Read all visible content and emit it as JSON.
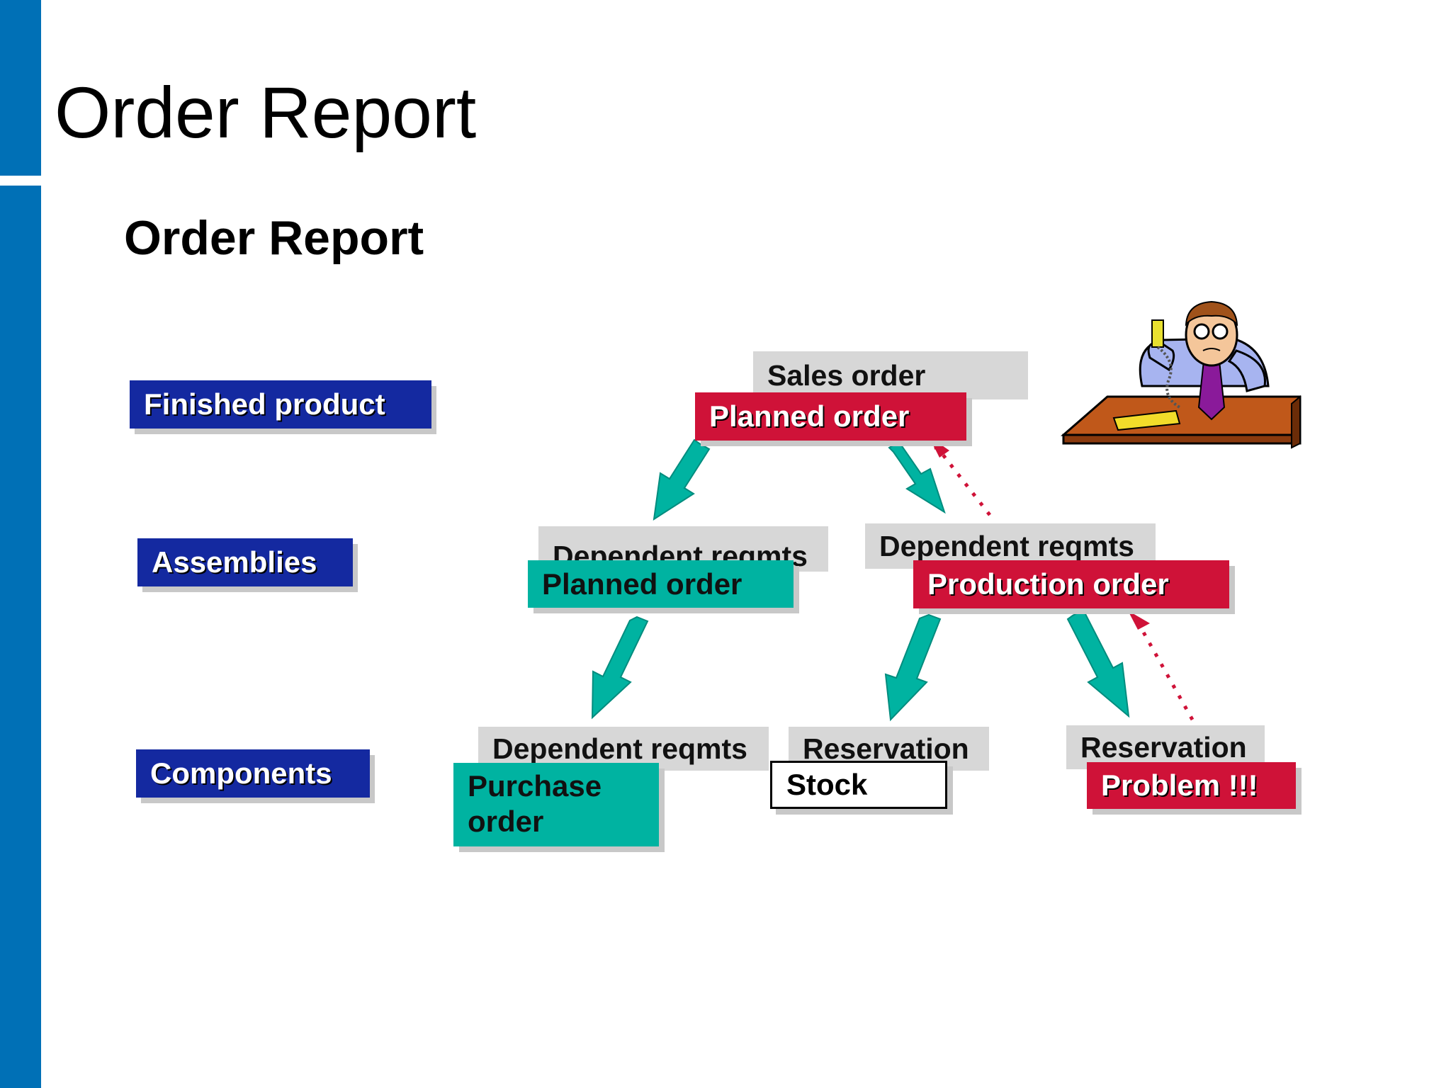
{
  "page": {
    "title": "Order Report"
  },
  "slide": {
    "title": "Order Report"
  },
  "levels": {
    "finished_product": "Finished product",
    "assemblies": "Assemblies",
    "components": "Components"
  },
  "top": {
    "sales_order": "Sales order",
    "planned_order": "Planned order"
  },
  "assemblies_left": {
    "dep_reqmts": "Dependent reqmts",
    "planned_order": "Planned order"
  },
  "assemblies_right": {
    "dep_reqmts": "Dependent reqmts",
    "production_order": "Production order"
  },
  "components_left": {
    "dep_reqmts": "Dependent reqmts",
    "purchase_order": "Purchase order"
  },
  "components_mid": {
    "reservation": "Reservation",
    "stock": "Stock"
  },
  "components_right": {
    "reservation": "Reservation",
    "problem": "Problem !!!"
  },
  "colors": {
    "brand_blue": "#0070b6",
    "level_blue": "#1429a0",
    "red": "#cf1238",
    "teal": "#00b3a1",
    "grey": "#d7d7d7"
  },
  "illustration": "man-on-phone-at-desk"
}
